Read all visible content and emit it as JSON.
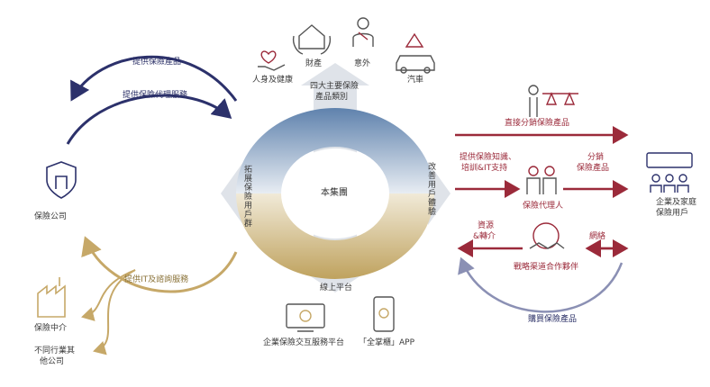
{
  "colors": {
    "navy": "#2c316b",
    "maroon": "#9b2a3a",
    "gold": "#c6a868",
    "ring_top": "#6f90b8",
    "ring_bottom": "#c8ad6c",
    "grey_arrow": "#d9dde3"
  },
  "center": {
    "label": "本集團"
  },
  "inner_labels": {
    "top": [
      "四大主要保險",
      "產品類別"
    ],
    "left": "拓展保險用戶群",
    "right": "改善用戶體驗",
    "bottom": "線上平台"
  },
  "products": [
    {
      "icon": "heart-hand-icon",
      "label": "人身及健康"
    },
    {
      "icon": "house-hands-icon",
      "label": "財產"
    },
    {
      "icon": "injured-person-icon",
      "label": "意外"
    },
    {
      "icon": "car-warning-icon",
      "label": "汽車"
    }
  ],
  "platforms": [
    {
      "icon": "monitor-gear-icon",
      "label": "企業保險交互服務平台"
    },
    {
      "icon": "phone-tap-icon",
      "label": "「全掌櫃」APP"
    }
  ],
  "left": {
    "arrow_top_1": "提供保險產品",
    "arrow_top_2": "提供保險代理服務",
    "insurer_label": "保險公司",
    "arrow_bottom": "提供IT及諮詢服務",
    "intermediary_label": "保險中介",
    "other_label": [
      "不同行業其",
      "他公司"
    ]
  },
  "right": {
    "direct_distribution": "直接分銷保險產品",
    "knowledge_support": [
      "提供保險知識、",
      "培訓&IT支持"
    ],
    "distribute_products": [
      "分銷",
      "保險產品"
    ],
    "agent_label": "保險代理人",
    "resources_referral": [
      "資源",
      "&轉介"
    ],
    "network": "網絡",
    "partner_label": "戰略渠道合作夥伴",
    "customers_label": [
      "企業及家庭",
      "保險用戶"
    ],
    "purchase_products": "購買保險產品"
  }
}
